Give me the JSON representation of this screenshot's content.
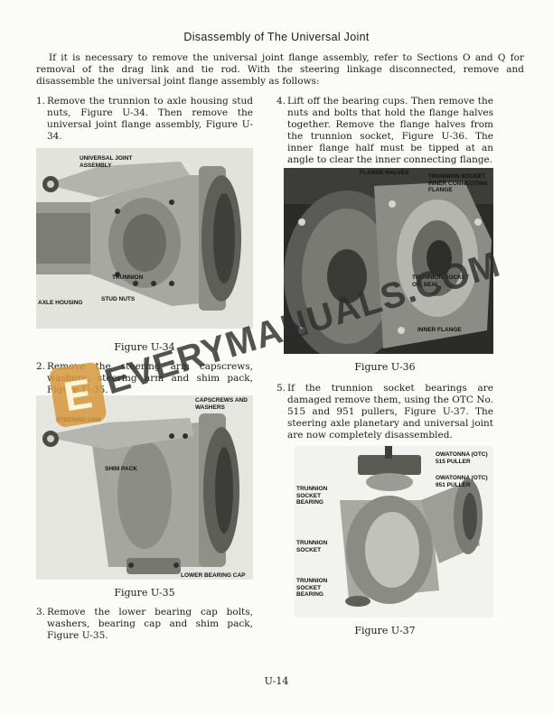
{
  "title": "Disassembly of The Universal Joint",
  "intro": "If it is necessary to remove the universal joint flange assembly, refer to Sections O and Q for removal of the drag link and tie rod. With the steering linkage disconnected, remove and disassemble the universal joint flange assembly as follows:",
  "steps": [
    {
      "num": "1.",
      "text": "Remove the trunnion to axle housing stud nuts, Figure U-34. Then remove the universal joint flange assembly, Figure U-34."
    },
    {
      "num": "2.",
      "text": "Remove the steering arm capscrews, washers, steering arm and shim pack, Figure U-35."
    },
    {
      "num": "3.",
      "text": "Remove the lower bearing cap bolts, washers, bearing cap and shim pack, Figure U-35."
    },
    {
      "num": "4.",
      "text": "Lift off the bearing cups. Then remove the nuts and bolts that hold the flange halves together. Remove the flange halves from the trunnion socket, Figure U-36. The inner flange half must be tipped at an angle to clear the inner connecting flange."
    },
    {
      "num": "5.",
      "text": "If the trunnion socket bearings are damaged remove them, using the OTC No. 515 and 951 pullers, Figure U-37. The steering axle planetary and universal joint are now completely disassembled."
    }
  ],
  "figures": {
    "u34": {
      "caption": "Figure U-34",
      "labels": {
        "universal": "UNIVERSAL JOINT ASSEMBLY",
        "trunnion": "TRUNNION",
        "axle": "AXLE HOUSING",
        "stud": "STUD NUTS"
      }
    },
    "u35": {
      "caption": "Figure U-35",
      "labels": {
        "capscrews": "CAPSCREWS AND WASHERS",
        "steering": "STEERING ARM",
        "shim": "SHIM PACK",
        "lower": "LOWER BEARING CAP"
      }
    },
    "u36": {
      "caption": "Figure U-36",
      "labels": {
        "flange": "FLANGE HALVES",
        "socket": "TRUNNION SOCKET INNER CONNECTING FLANGE",
        "seal": "TRUNNION SOCKET OIL SEAL",
        "inner": "INNER FLANGE"
      }
    },
    "u37": {
      "caption": "Figure U-37",
      "labels": {
        "p515": "OWATONNA (OTC) 515 PULLER",
        "p951": "OWATONNA (OTC) 951 PULLER",
        "tsb1": "TRUNNION SOCKET BEARING",
        "ts": "TRUNNION SOCKET",
        "tsb2": "TRUNNION SOCKET BEARING"
      }
    }
  },
  "watermark": {
    "logo_letter": "E",
    "text": "EVERYMANUALS.COM"
  },
  "page_number": "U-14"
}
